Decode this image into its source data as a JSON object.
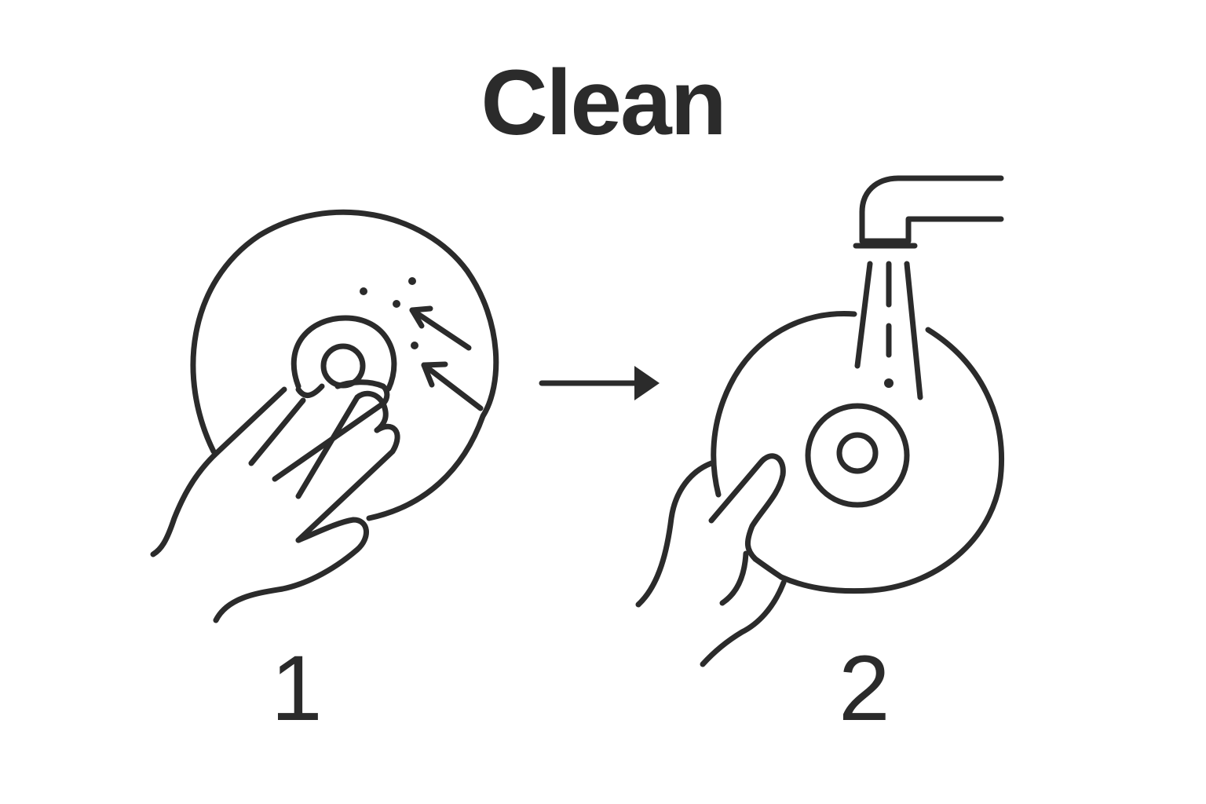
{
  "title": "Clean",
  "steps": [
    {
      "number": "1",
      "icon": "wipe-disc-icon"
    },
    {
      "number": "2",
      "icon": "rinse-disc-icon"
    }
  ],
  "connector_icon": "arrow-right-icon",
  "colors": {
    "ink": "#2b2b2b",
    "background": "#ffffff"
  }
}
